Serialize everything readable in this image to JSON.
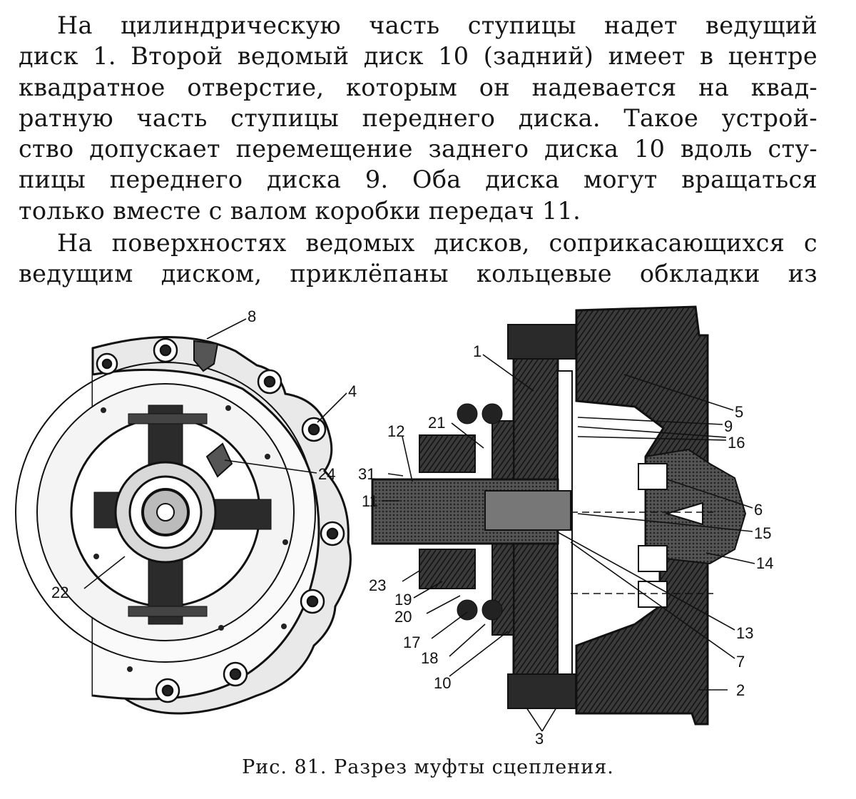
{
  "paragraph1": [
    "На цилиндрическую часть ступицы надет ведущий",
    "диск 1. Второй ведомый диск 10 (задний) имеет в центре",
    "квадратное отверстие, которым он надевается на квад-",
    "ратную часть ступицы переднего диска. Такое устрой-",
    "ство допускает перемещение заднего диска 10 вдоль сту-",
    "пицы переднего диска 9. Оба диска могут вращаться",
    "только вместе с валом коробки передач 11."
  ],
  "paragraph2": [
    "На поверхностях ведомых дисков, соприкасающихся с",
    "ведущим диском, приклёпаны кольцевые обкладки из"
  ],
  "figure": {
    "caption": "Рис. 81. Разрез муфты сцепления.",
    "labels": {
      "n1": "1",
      "n2": "2",
      "n3": "3",
      "n4": "4",
      "n5": "5",
      "n6": "6",
      "n7": "7",
      "n8": "8",
      "n9": "9",
      "n10": "10",
      "n11": "11",
      "n12": "12",
      "n13": "13",
      "n14": "14",
      "n15": "15",
      "n16": "16",
      "n17": "17",
      "n18": "18",
      "n19": "19",
      "n20": "20",
      "n21": "21",
      "n22": "22",
      "n23": "23",
      "n24": "24",
      "n31": "31"
    }
  }
}
